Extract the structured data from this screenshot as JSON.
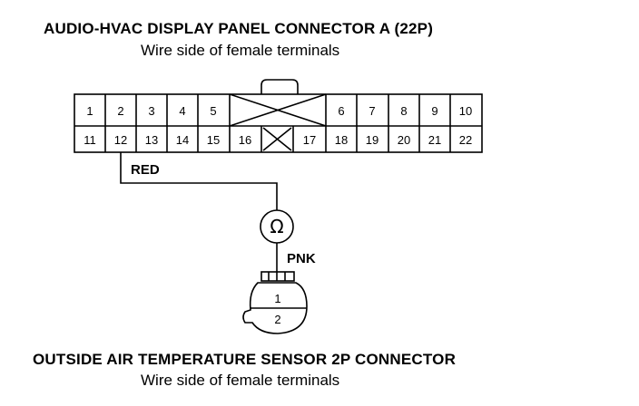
{
  "connector_a": {
    "title": "AUDIO-HVAC DISPLAY PANEL CONNECTOR A (22P)",
    "subtitle": "Wire side of female terminals",
    "row1": [
      "1",
      "2",
      "3",
      "4",
      "5",
      "6",
      "7",
      "8",
      "9",
      "10"
    ],
    "row2": [
      "11",
      "12",
      "13",
      "14",
      "15",
      "16",
      "17",
      "18",
      "19",
      "20",
      "21",
      "22"
    ]
  },
  "wires": {
    "red_label": "RED",
    "pnk_label": "PNK",
    "meter_symbol": "Ω"
  },
  "sensor": {
    "title": "OUTSIDE AIR TEMPERATURE SENSOR 2P CONNECTOR",
    "subtitle": "Wire side of female terminals",
    "pins": [
      "1",
      "2"
    ]
  }
}
